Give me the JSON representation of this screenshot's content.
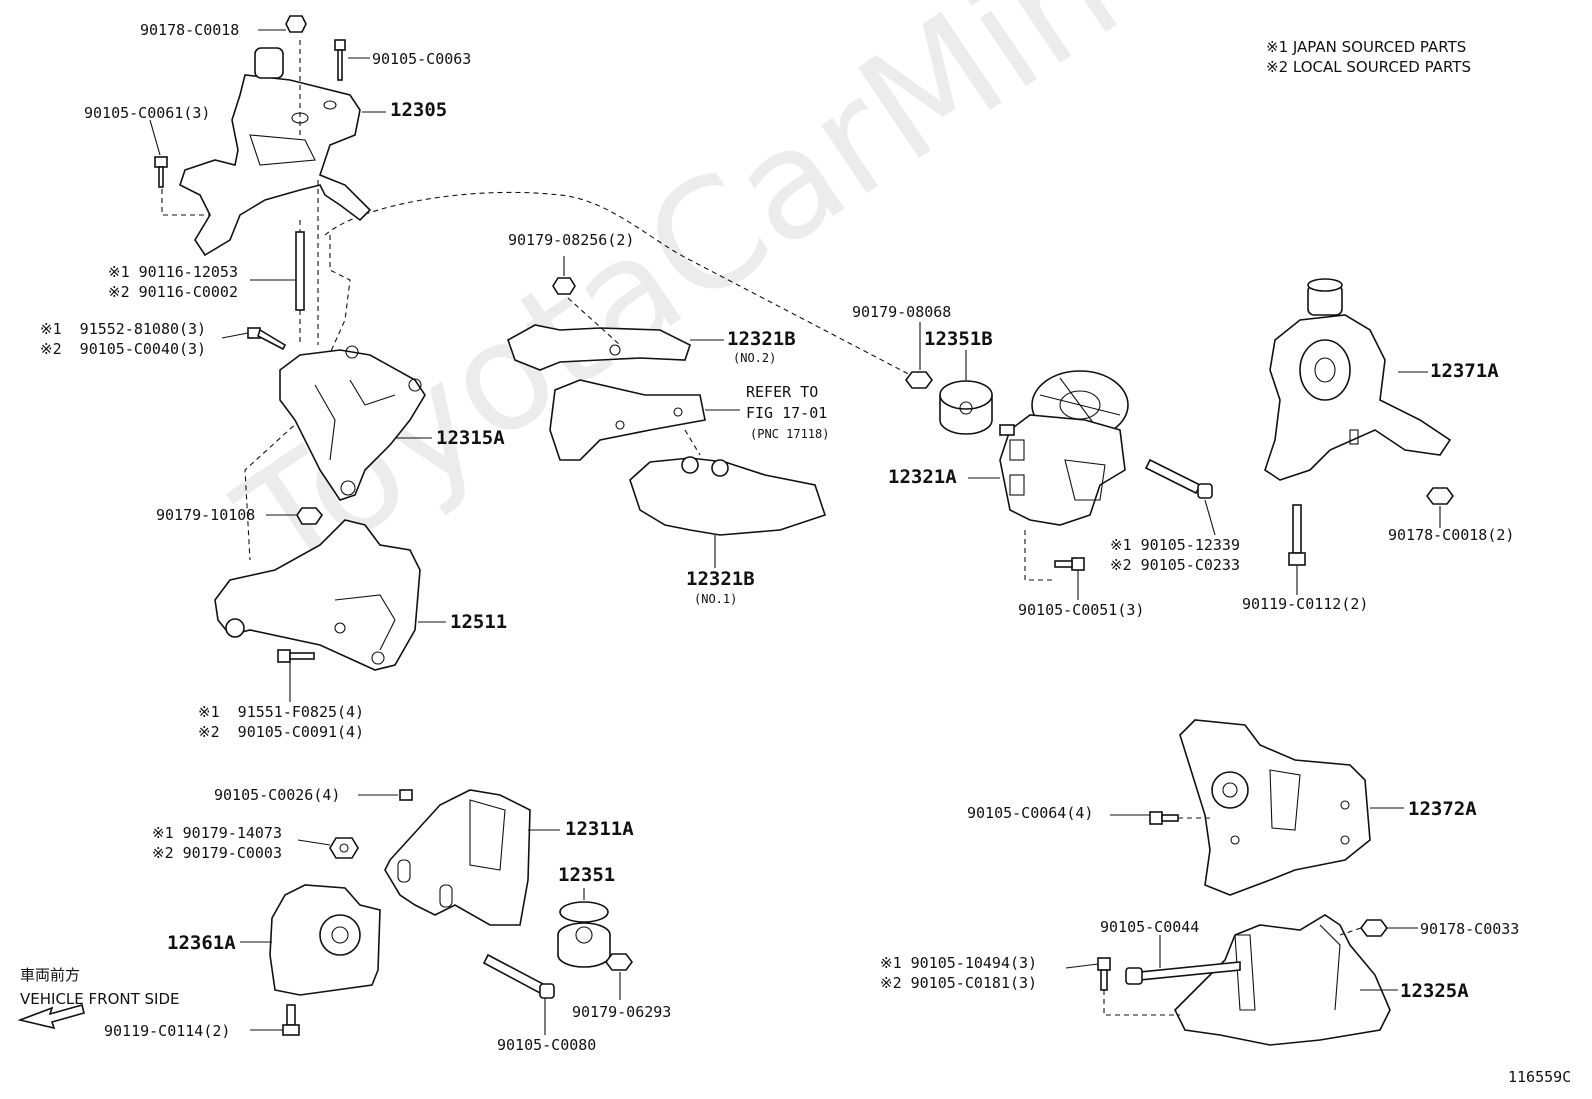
{
  "diagram_id": "116559C",
  "watermark": "ToyotaCarMine.ru",
  "legend": {
    "japan": "※1 JAPAN SOURCED PARTS",
    "local": "※2 LOCAL SOURCED PARTS"
  },
  "vehicle_front": {
    "jp": "車両前方",
    "en": "VEHICLE FRONT SIDE"
  },
  "labels": {
    "p90178_c0018": "90178-C0018",
    "p90105_c0063": "90105-C0063",
    "p90105_c0061": "90105-C0061(3)",
    "p12305": "12305",
    "p90116_12053": "※1 90116-12053",
    "p90116_c0002": "※2 90116-C0002",
    "p91552_81080": "※1  91552-81080(3)",
    "p90105_c0040": "※2  90105-C0040(3)",
    "p12315a": "12315A",
    "p90179_10108": "90179-10108",
    "p12511": "12511",
    "p91551_f0825": "※1  91551-F0825(4)",
    "p90105_c0091": "※2  90105-C0091(4)",
    "p90105_c0026": "90105-C0026(4)",
    "p12311a": "12311A",
    "p90179_14073": "※1 90179-14073",
    "p90179_c0003": "※2 90179-C0003",
    "p12351": "12351",
    "p12361a": "12361A",
    "p90179_06293": "90179-06293",
    "p90119_c0114": "90119-C0114(2)",
    "p90105_c0080": "90105-C0080",
    "p90179_08256": "90179-08256(2)",
    "p12321b_1": "12321B",
    "p_no2": "(NO.2)",
    "refer1": "REFER TO",
    "refer2": "FIG 17-01",
    "refer3": "(PNC 17118)",
    "p12321b_2": "12321B",
    "p_no1": "(NO.1)",
    "p90179_08068": "90179-08068",
    "p12351b": "12351B",
    "p12321a": "12321A",
    "p90105_12339": "※1 90105-12339",
    "p90105_c0233": "※2 90105-C0233",
    "p90105_c0051": "90105-C0051(3)",
    "p12371a": "12371A",
    "p90178_c0018_2": "90178-C0018(2)",
    "p90119_c0112": "90119-C0112(2)",
    "p12372a": "12372A",
    "p90105_c0064": "90105-C0064(4)",
    "p90178_c0033": "90178-C0033",
    "p90105_c0044": "90105-C0044",
    "p90105_10494": "※1 90105-10494(3)",
    "p90105_c0181": "※2 90105-C0181(3)",
    "p12325a": "12325A"
  }
}
